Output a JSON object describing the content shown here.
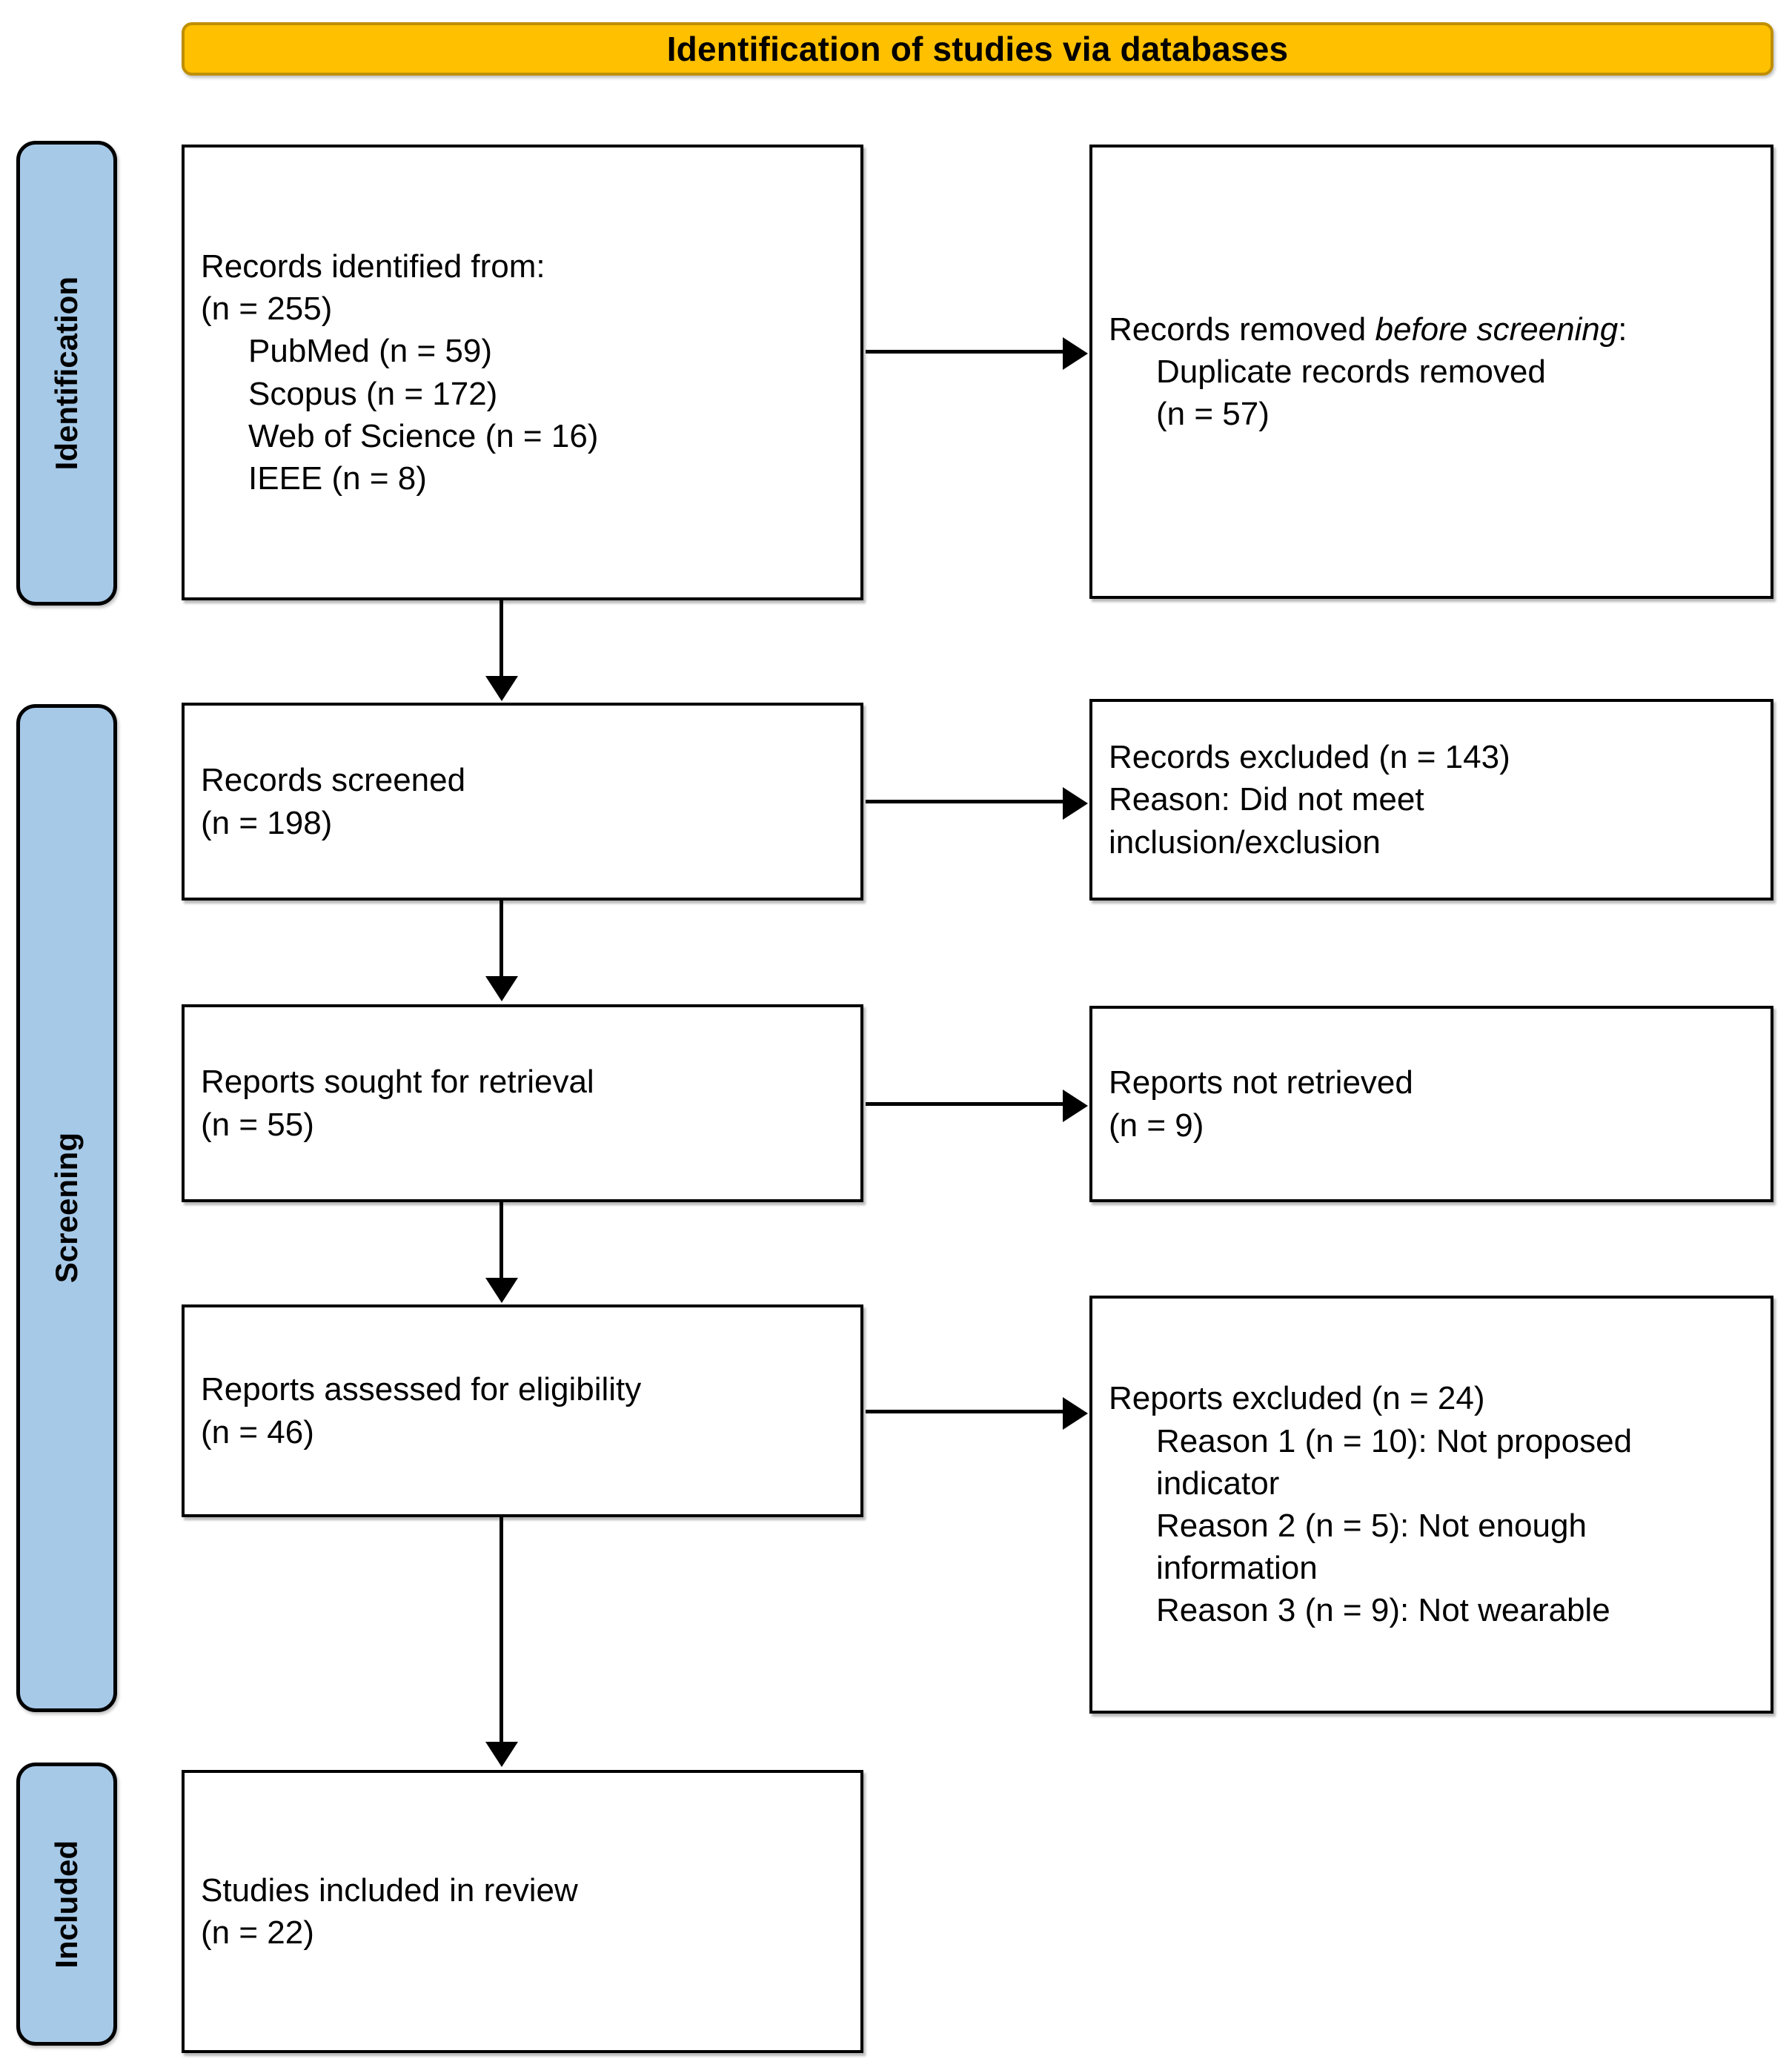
{
  "diagram": {
    "title": "Identification of studies via databases",
    "type": "PRISMA flow diagram",
    "accent_color": "#FFC000",
    "accent_border_color": "#BF8F00",
    "stage_tab_color": "#A6C9E8",
    "box_border_color": "#000000"
  },
  "stages": [
    {
      "key": "identification",
      "label": "Identification"
    },
    {
      "key": "screening",
      "label": "Screening"
    },
    {
      "key": "included",
      "label": "Included"
    }
  ],
  "boxes": {
    "identified": {
      "title": "Records identified from:",
      "count_line": "(n = 255)",
      "sources": [
        "PubMed (n = 59)",
        "Scopus (n = 172)",
        "Web of Science (n = 16)",
        "IEEE (n = 8)"
      ],
      "text": "Records identified from:\n(n = 255)"
    },
    "removed_before_screening": {
      "lead": "Records removed ",
      "emphasis": "before screening",
      "lead_tail": ":",
      "detail": "Duplicate records removed",
      "count_line": "(n = 57)"
    },
    "records_screened": {
      "label": "Records screened",
      "count_line": "(n = 198)",
      "text": "Records screened\n(n = 198)"
    },
    "records_excluded": {
      "line1": "Records excluded (n = 143)",
      "line2": "Reason: Did not meet",
      "line3": "inclusion/exclusion",
      "text": "Records excluded (n = 143)\nReason: Did not meet\ninclusion/exclusion"
    },
    "reports_sought": {
      "label": "Reports sought for retrieval",
      "count_line": "(n = 55)",
      "text": "Reports sought for retrieval\n(n = 55)"
    },
    "reports_not_retrieved": {
      "label": "Reports not retrieved",
      "count_line": "(n = 9)",
      "text": "Reports not retrieved\n(n = 9)"
    },
    "reports_assessed": {
      "label": "Reports assessed for eligibility",
      "count_line": "(n = 46)",
      "text": "Reports assessed for eligibility\n(n = 46)"
    },
    "reports_excluded": {
      "header": "Reports excluded (n = 24)",
      "reasons": [
        "Reason 1 (n = 10): Not proposed indicator",
        "Reason 2 (n = 5): Not enough information",
        "Reason 3 (n = 9): Not wearable"
      ]
    },
    "studies_included": {
      "label": "Studies included in review",
      "count_line": "(n = 22)",
      "text": "Studies included in review\n(n = 22)"
    }
  },
  "flow_numbers": {
    "identified_total": 255,
    "pubmed": 59,
    "scopus": 172,
    "web_of_science": 16,
    "ieee": 8,
    "duplicates_removed": 57,
    "records_screened": 198,
    "records_excluded": 143,
    "reports_sought": 55,
    "reports_not_retrieved": 9,
    "reports_assessed": 46,
    "reports_excluded": 24,
    "reason_1": 10,
    "reason_2": 5,
    "reason_3": 9,
    "studies_included": 22
  },
  "connectors": {
    "down_arrow": "arrow-down-icon",
    "right_arrow": "arrow-right-icon"
  }
}
